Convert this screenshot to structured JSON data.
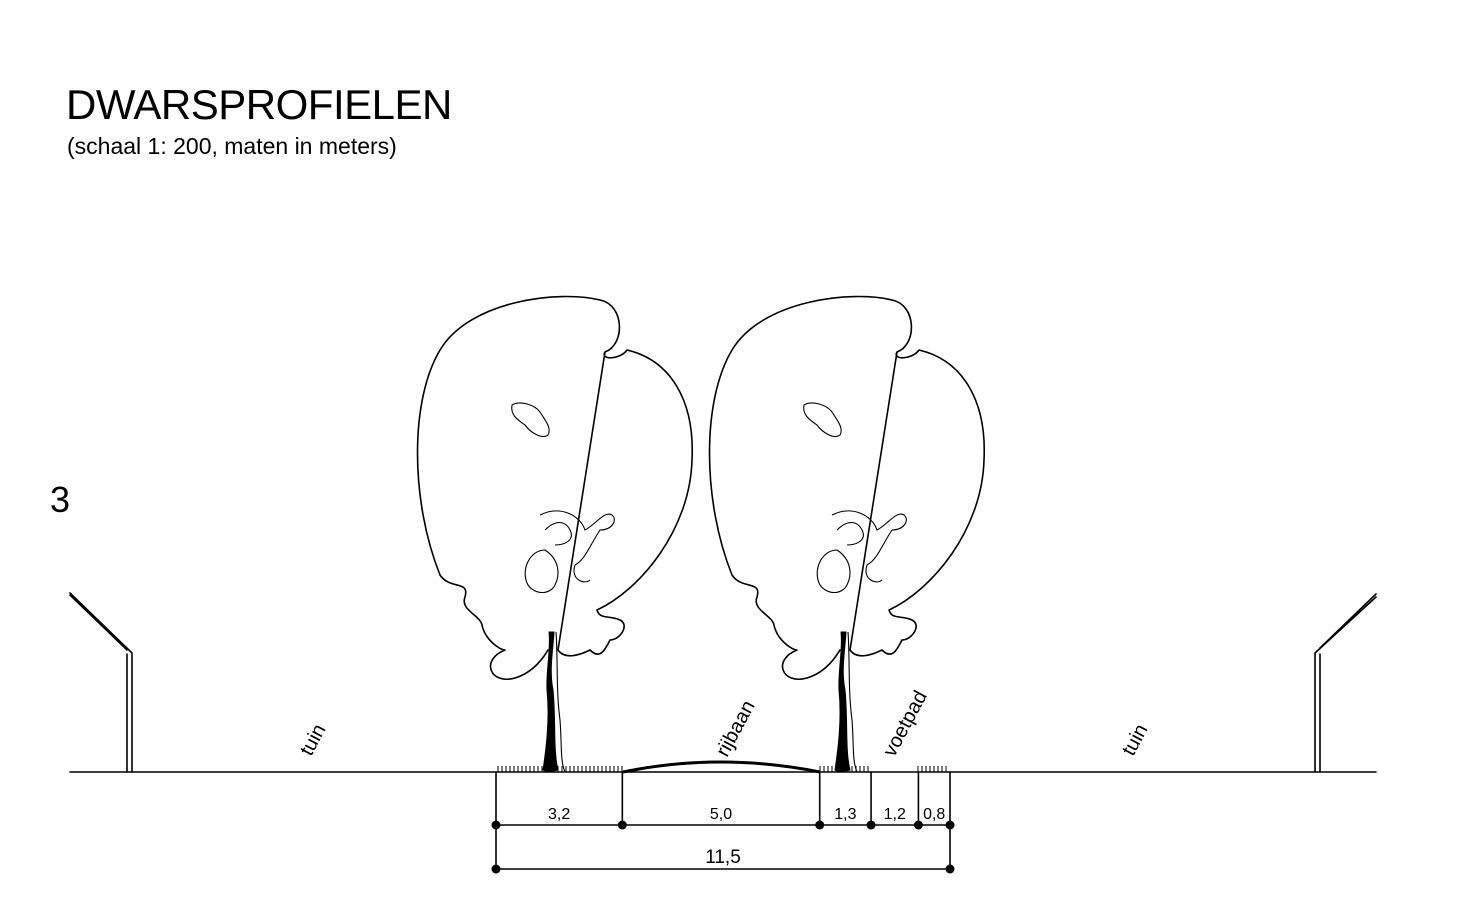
{
  "header": {
    "title": "DWARSPROFIELEN",
    "subtitle": "(schaal 1: 200, maten in meters)",
    "profile_number": "3"
  },
  "labels": {
    "left_garden": "tuin",
    "roadway": "rijbaan",
    "sidewalk": "voetpad",
    "right_garden": "tuin"
  },
  "dimensions": {
    "segments": [
      {
        "label": "3,2",
        "value": 3.2
      },
      {
        "label": "5,0",
        "value": 5.0
      },
      {
        "label": "1,3",
        "value": 1.3
      },
      {
        "label": "1,2",
        "value": 1.2
      },
      {
        "label": "0,8",
        "value": 0.8
      }
    ],
    "total": {
      "label": "11,5",
      "value": 11.5
    }
  }
}
